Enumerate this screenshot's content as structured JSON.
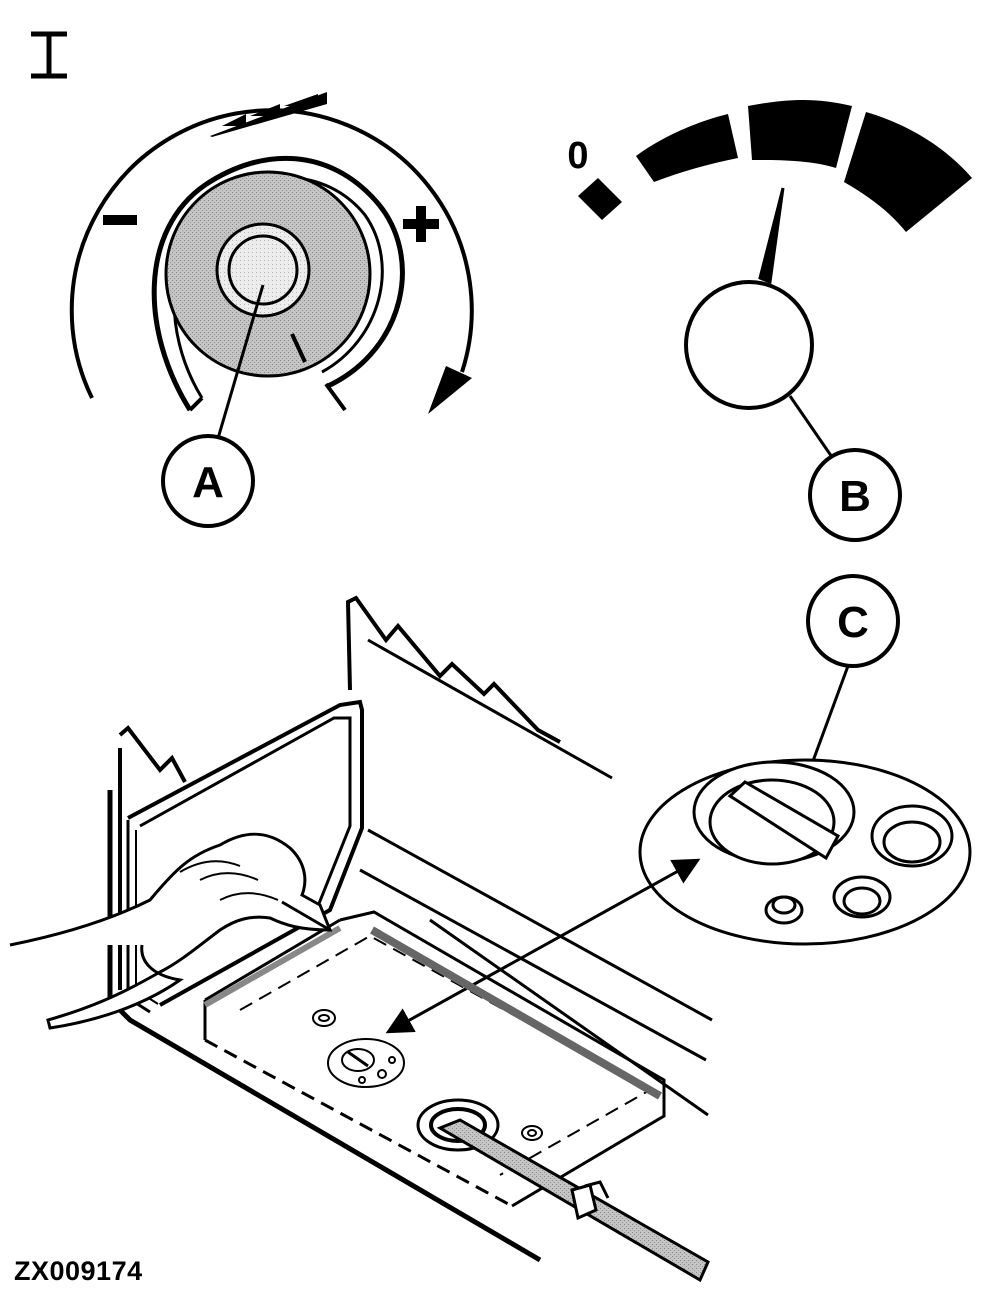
{
  "figure": {
    "panel_marker": "I",
    "dial_minus": "−",
    "dial_plus": "+",
    "gauge_zero": "0",
    "callouts": {
      "a": "A",
      "b": "B",
      "c": "C"
    },
    "reference_code": "ZX009174"
  },
  "colors": {
    "ink": "#000000",
    "paper": "#ffffff",
    "knob_fill": "#bcbcbc",
    "insert_fill": "#e6e6e6"
  }
}
